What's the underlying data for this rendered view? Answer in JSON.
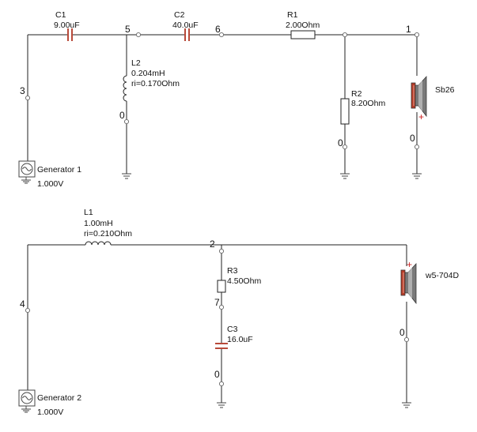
{
  "colors": {
    "wire": "#222222",
    "capacitor_plate": "#b84a3a",
    "speaker_magnet": "#c04a30",
    "plus": "#cc2020"
  },
  "circuit1": {
    "C1": {
      "name": "C1",
      "value": "9.00uF"
    },
    "C2": {
      "name": "C2",
      "value": "40.0uF"
    },
    "R1": {
      "name": "R1",
      "value": "2.00Ohm"
    },
    "L2": {
      "name": "L2",
      "value": "0.204mH",
      "ri": "ri=0.170Ohm"
    },
    "R2": {
      "name": "R2",
      "value": "8.20Ohm"
    },
    "speaker": {
      "name": "Sb26",
      "plus": "+"
    },
    "generator": {
      "name": "Generator 1",
      "voltage": "1.000V"
    },
    "nodes": {
      "n5": "5",
      "n6": "6",
      "n1": "1",
      "n3": "3",
      "n0_l2": "0",
      "n0_r2": "0",
      "n0_spk": "0"
    }
  },
  "circuit2": {
    "L1": {
      "name": "L1",
      "value": "1.00mH",
      "ri": "ri=0.210Ohm"
    },
    "R3": {
      "name": "R3",
      "value": "4.50Ohm"
    },
    "C3": {
      "name": "C3",
      "value": "16.0uF"
    },
    "speaker": {
      "name": "w5-704D",
      "plus": "+"
    },
    "generator": {
      "name": "Generator 2",
      "voltage": "1.000V"
    },
    "nodes": {
      "n2": "2",
      "n4": "4",
      "n7": "7",
      "n0_c3": "0",
      "n0_spk": "0"
    }
  }
}
